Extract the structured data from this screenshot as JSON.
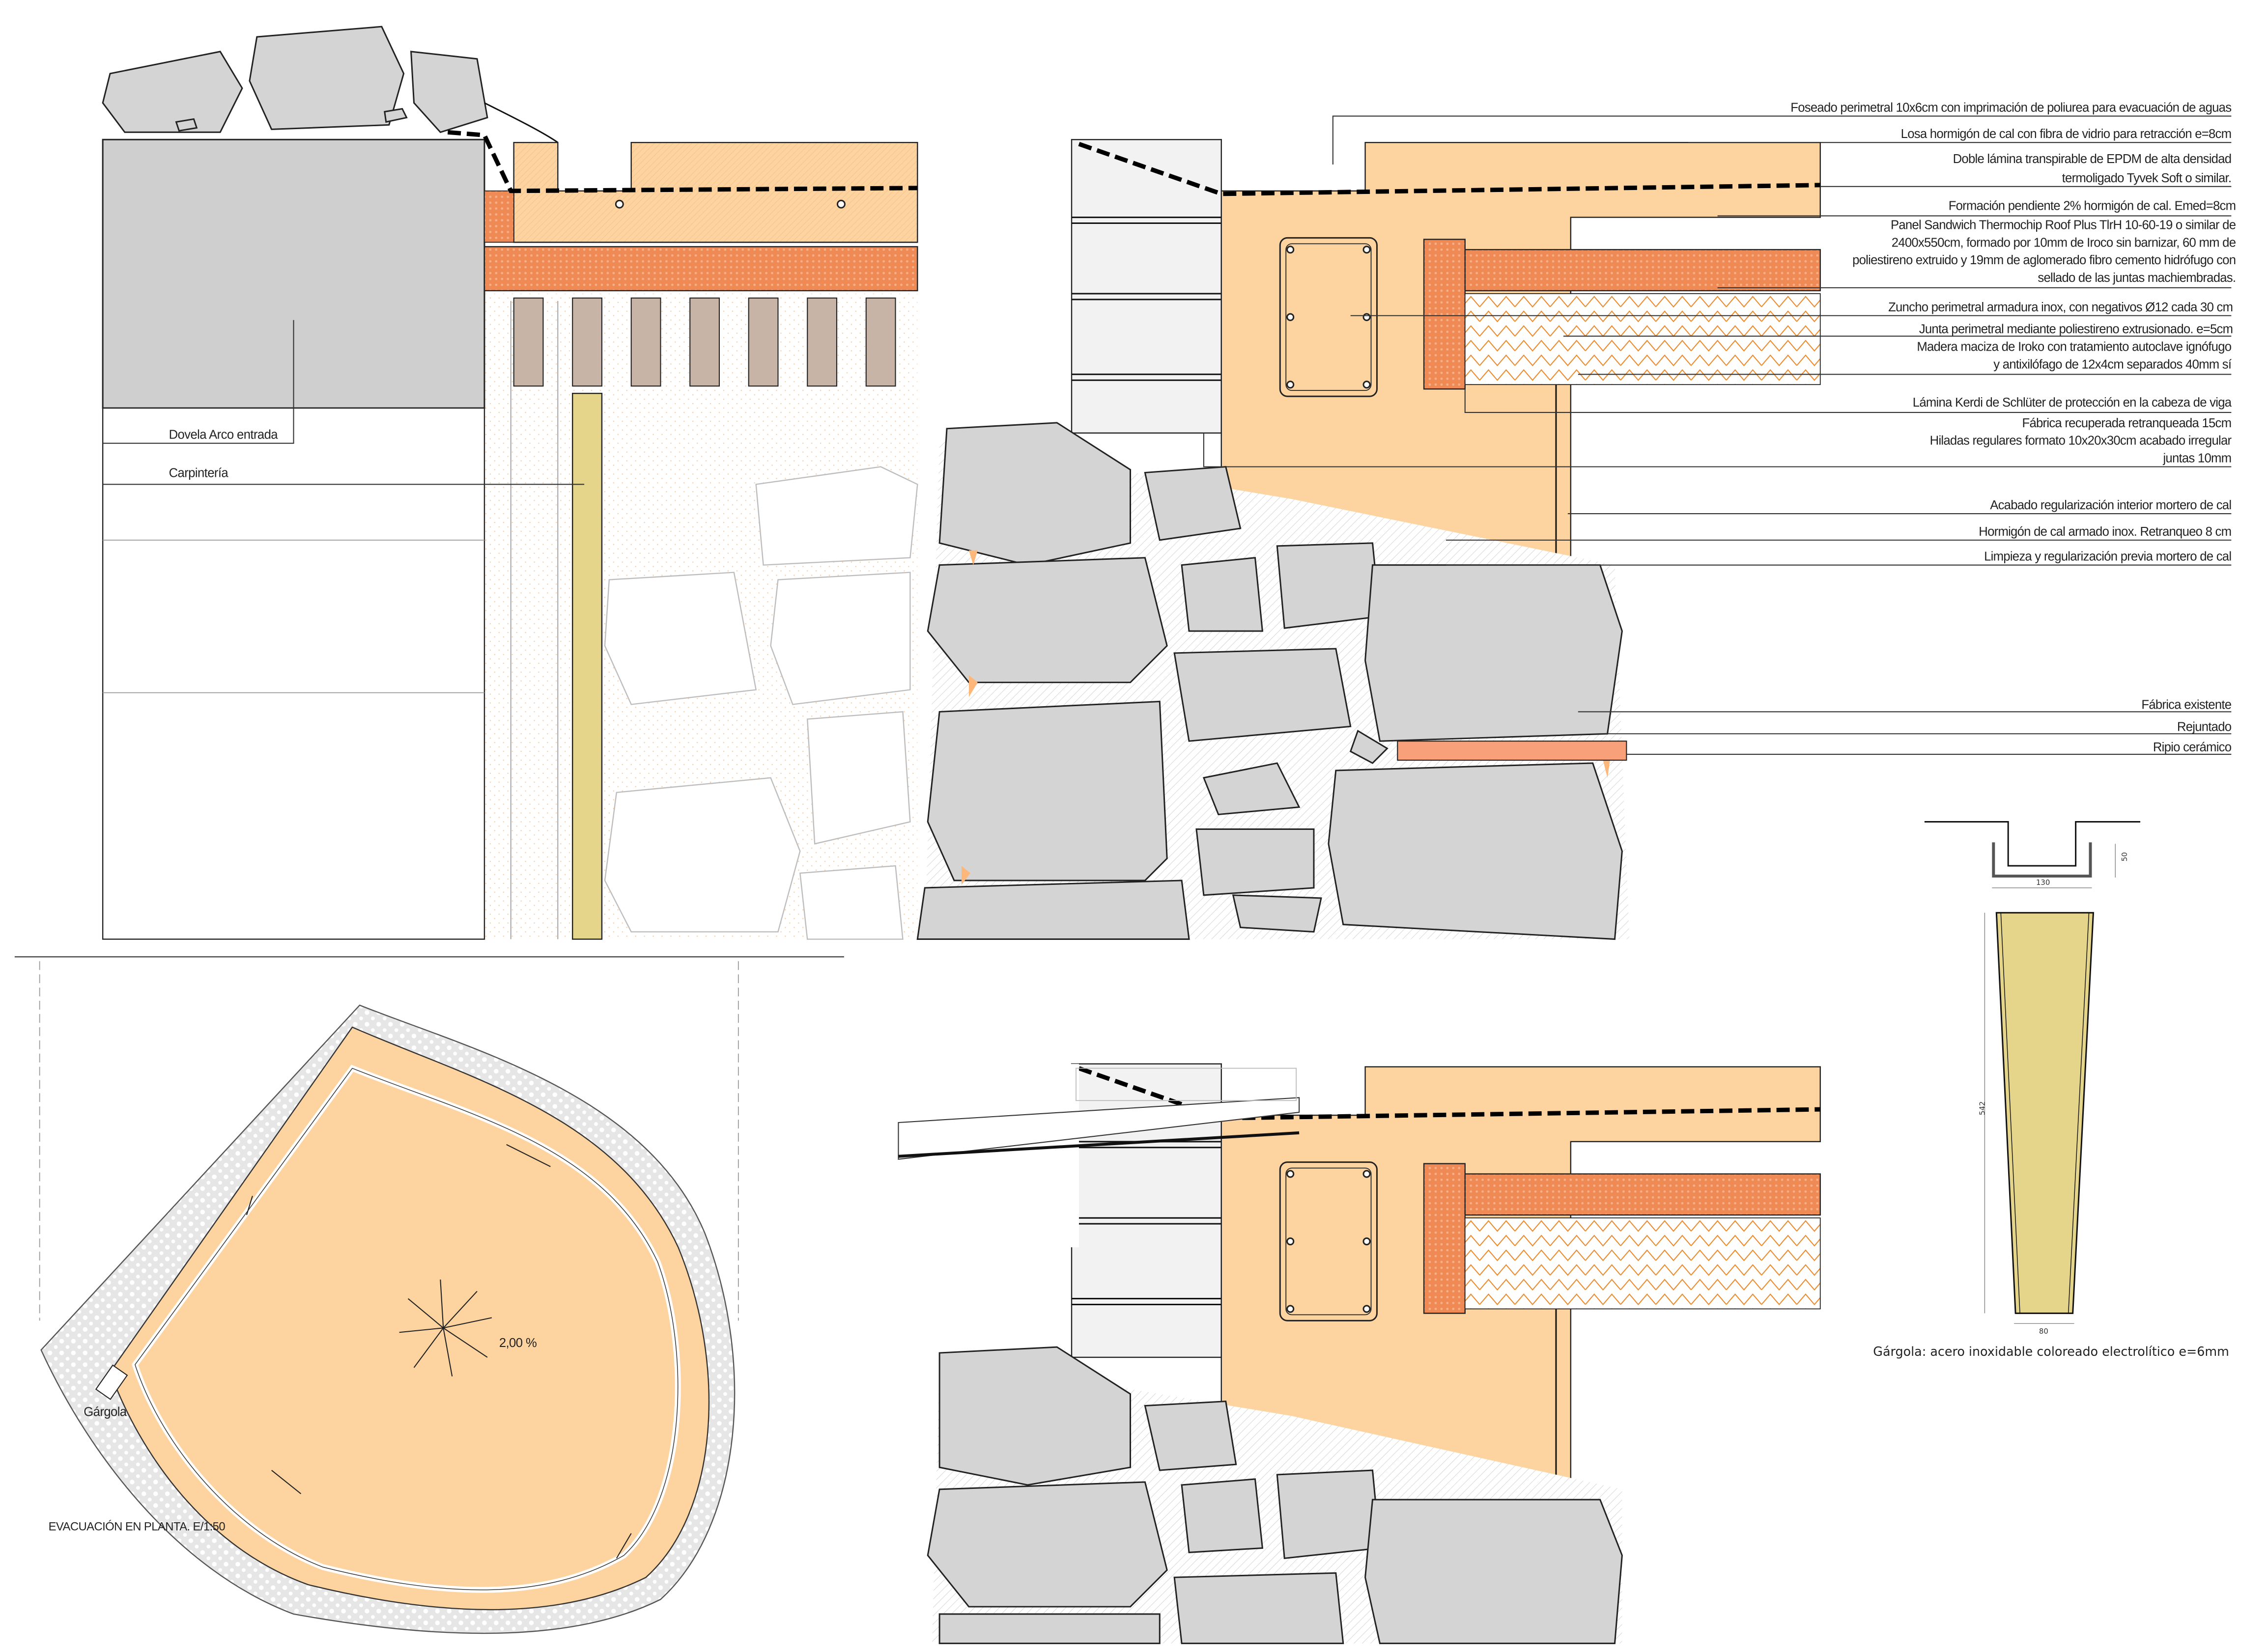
{
  "top_left": {
    "dovela": "Dovela Arco entrada",
    "carpinteria": "Carpintería"
  },
  "notes": [
    {
      "lines": [
        "Foseado perimetral 10x6cm con imprimación de poliurea para evacuación de aguas"
      ]
    },
    {
      "lines": [
        "Losa hormigón de cal con fibra de vidrio para retracción e=8cm"
      ]
    },
    {
      "lines": [
        "Doble lámina transpirable de EPDM de alta densidad",
        "termoligado Tyvek Soft o similar."
      ]
    },
    {
      "lines": [
        "Formación pendiente 2% hormigón de cal. Emed=8cm"
      ]
    },
    {
      "lines": [
        "Panel Sandwich Thermochip Roof Plus TlrH 10-60-19 o similar de",
        "2400x550cm, formado por 10mm de Iroco sin barnizar, 60 mm de",
        "poliestireno extruido  y 19mm de aglomerado fibro cemento hidrófugo con",
        "sellado de las juntas machiembradas."
      ]
    },
    {
      "lines": [
        "Zuncho perimetral armadura inox, con negativos Ø12 cada 30 cm"
      ]
    },
    {
      "lines": [
        "Junta perimetral mediante poliestireno extrusionado. e=5cm"
      ]
    },
    {
      "lines": [
        "Madera maciza de Iroko con tratamiento autoclave ignófugo",
        "y antixilófago de 12x4cm separados 40mm sí"
      ]
    },
    {
      "lines": [
        "Lámina Kerdi de Schlüter de protección en la cabeza de viga"
      ]
    },
    {
      "lines": [
        "Fábrica recuperada retranqueada 15cm",
        "Hiladas regulares formato 10x20x30cm acabado irregular",
        "juntas 10mm"
      ]
    },
    {
      "lines": [
        "Acabado regularización interior mortero de cal"
      ]
    },
    {
      "lines": [
        "Hormigón de cal armado inox. Retranqueo  8 cm"
      ]
    },
    {
      "lines": [
        "Limpieza y regularización previa mortero de cal"
      ]
    },
    {
      "lines": [
        "Fábrica existente"
      ]
    },
    {
      "lines": [
        "Rejuntado"
      ]
    },
    {
      "lines": [
        "Ripio cerámico"
      ]
    }
  ],
  "plan": {
    "gargola_label": "Gárgola",
    "slope": "2,00 %",
    "title": "EVACUACIÓN EN PLANTA. E/1:50"
  },
  "gargola_detail": {
    "dim_depth": "50",
    "dim_width_top": "130",
    "dim_length": "542",
    "dim_width_bottom": "80",
    "caption": "Gárgola: acero inoxidable coloreado electrolítico e=6mm"
  },
  "colors": {
    "concrete": "#fdd3a0",
    "brick": "#ef8a55",
    "stone": "#d4d4d4",
    "wood": "#e5d58a",
    "joist": "#c8b4a6",
    "ripio": "#f7a07a"
  }
}
